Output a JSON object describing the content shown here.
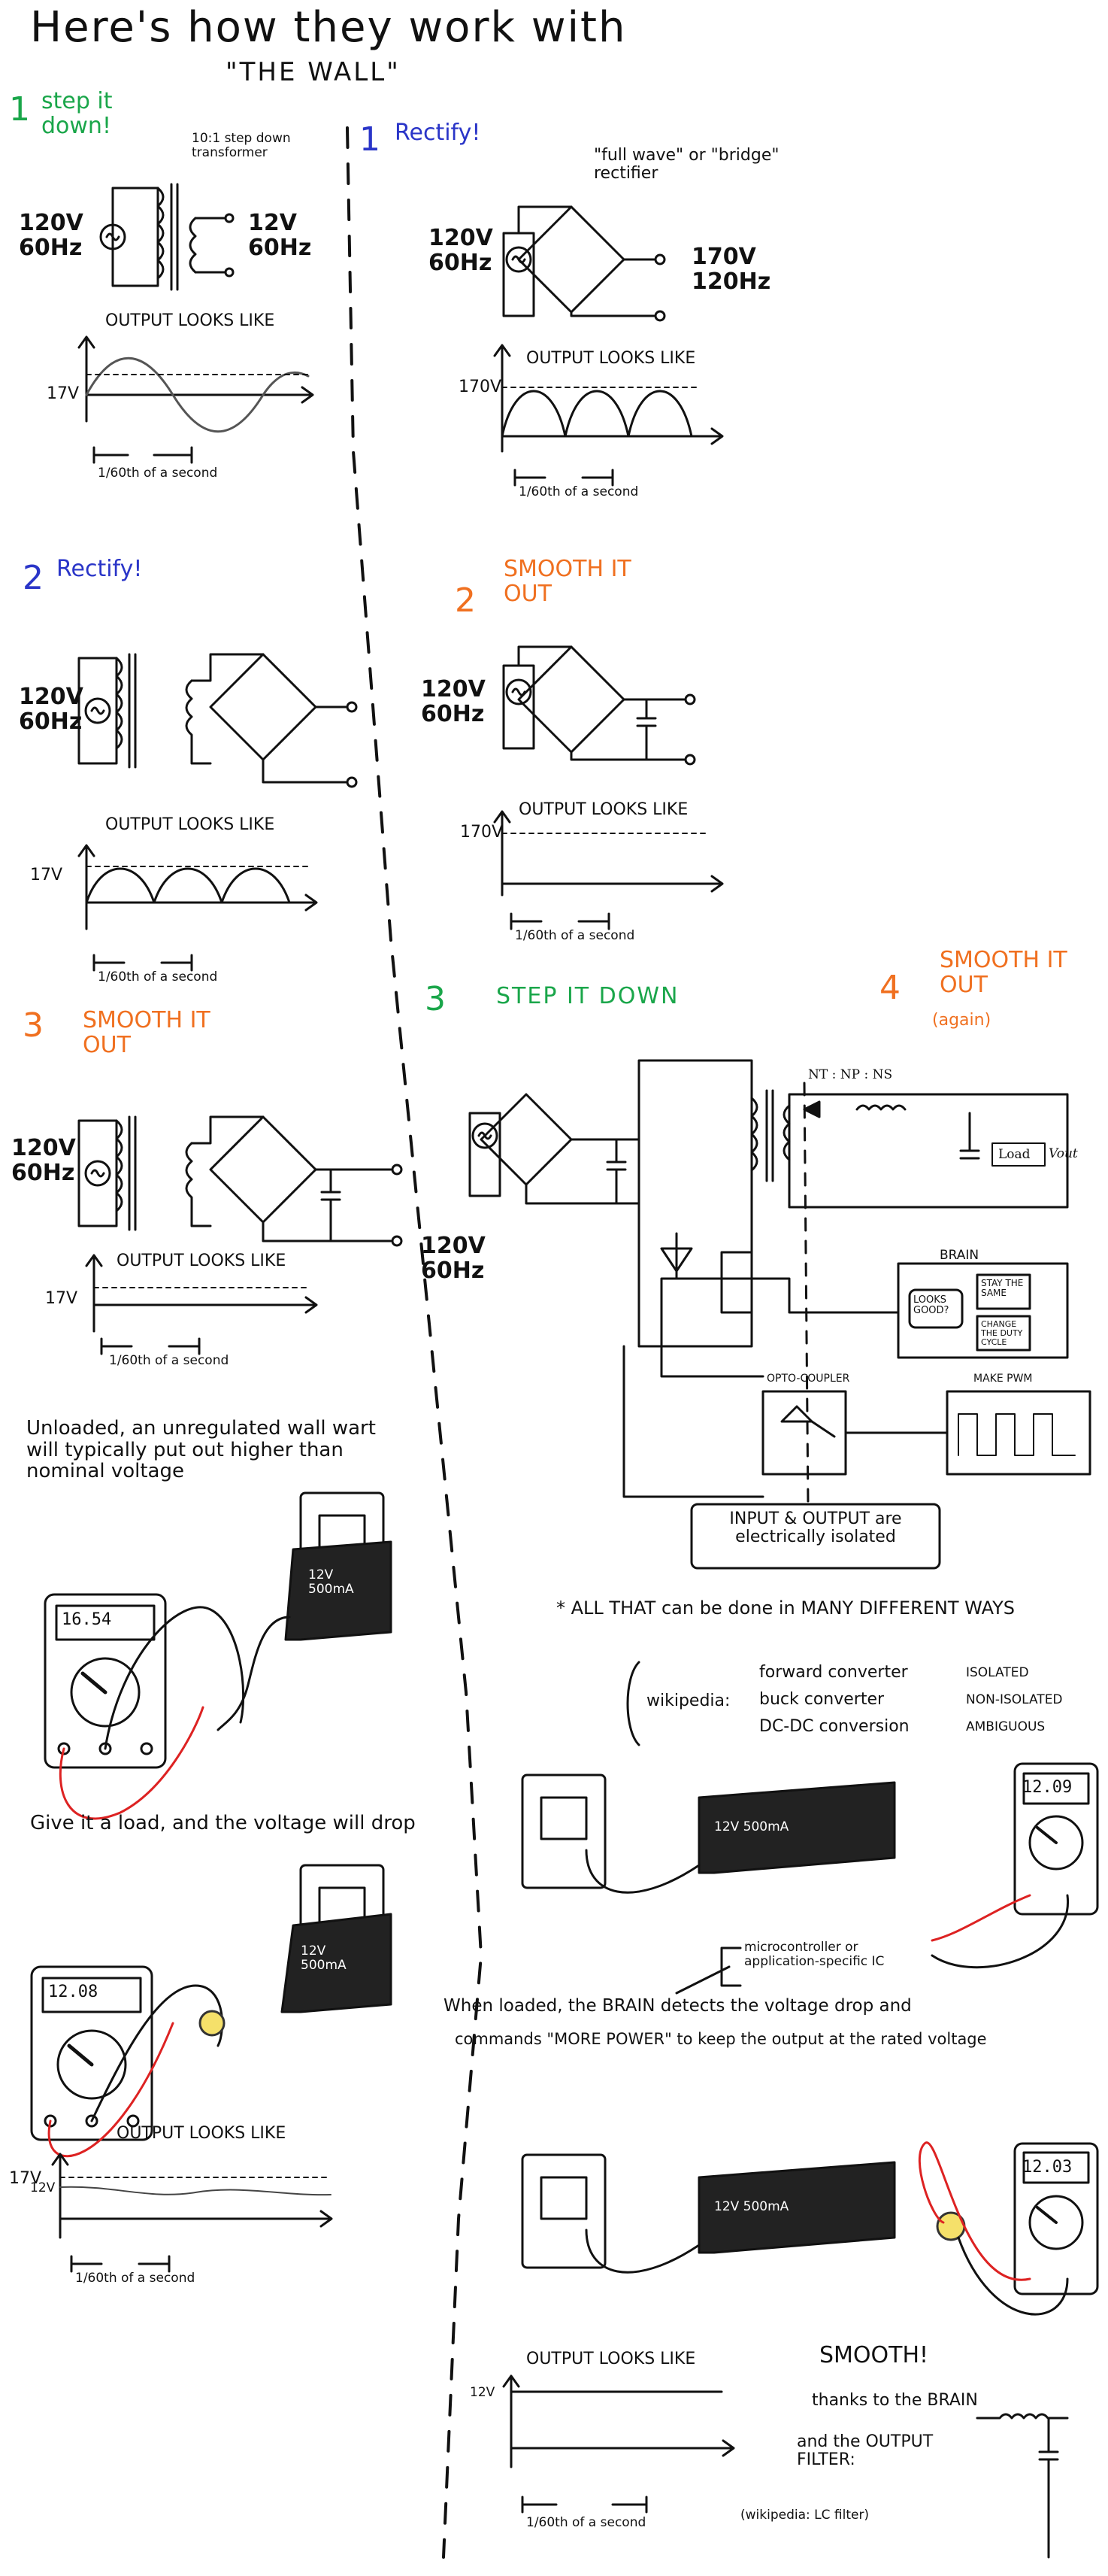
{
  "title": "Here's how they work with",
  "subtitle": "\"THE WALL\"",
  "left": {
    "s1_num": "1",
    "s1_label": "step it down!",
    "s1_transformer": "10:1 step down transformer",
    "s1_in": "120V 60Hz",
    "s1_out": "12V 60Hz",
    "s1_graph_title": "OUTPUT LOOKS LIKE",
    "s1_y": "17V",
    "s1_x": "1/60th of a second",
    "s2_num": "2",
    "s2_label": "Rectify!",
    "s2_in": "120V 60Hz",
    "s2_graph_title": "OUTPUT LOOKS LIKE",
    "s2_y": "17V",
    "s2_x": "1/60th of a second",
    "s3_num": "3",
    "s3_label": "SMOOTH IT OUT",
    "s3_in": "120V 60Hz",
    "s3_graph_title": "OUTPUT LOOKS LIKE",
    "s3_y": "17V",
    "s3_x": "1/60th of a second",
    "unloaded_text": "Unloaded, an unregulated wall wart will typically put out higher than nominal voltage",
    "meter1": "16.54",
    "wart1": "12V 500mA",
    "load_text": "Give it a load, and the voltage will drop",
    "meter2": "12.08",
    "wart2": "12V 500mA",
    "s4_graph_title": "OUTPUT LOOKS LIKE",
    "s4_y1": "17V",
    "s4_y2": "12V",
    "s4_x": "1/60th of a second"
  },
  "right": {
    "r1_num": "1",
    "r1_label": "Rectify!",
    "r1_rect": "\"full wave\" or \"bridge\" rectifier",
    "r1_in": "120V 60Hz",
    "r1_out": "170V 120Hz",
    "r1_graph_title": "OUTPUT LOOKS LIKE",
    "r1_y": "170V",
    "r1_x": "1/60th of a second",
    "r2_num": "2",
    "r2_label": "SMOOTH IT OUT",
    "r2_in": "120V 60Hz",
    "r2_graph_title": "OUTPUT LOOKS LIKE",
    "r2_y": "170V",
    "r2_x": "1/60th of a second",
    "r3_num": "3",
    "r3_label": "STEP IT DOWN",
    "r4_num": "4",
    "r4_label": "SMOOTH IT OUT",
    "r4_again": "(again)",
    "ratio": "NT : NP : NS",
    "load": "Load",
    "vout": "Vout",
    "brain": "BRAIN",
    "looks_good": "LOOKS GOOD?",
    "stay_same": "STAY THE SAME",
    "change_duty": "CHANGE THE DUTY CYCLE",
    "opto": "OPTO-COUPLER",
    "pwm": "MAKE PWM",
    "in_out": "INPUT & OUTPUT are electrically isolated",
    "r3_in": "120V 60Hz",
    "many_ways": "* ALL THAT can be done in MANY DIFFERENT WAYS",
    "wiki": "wikipedia:",
    "wiki_items": [
      "forward converter",
      "buck converter",
      "DC-DC conversion"
    ],
    "wiki_tags": [
      "ISOLATED",
      "NON-ISOLATED",
      "AMBIGUOUS"
    ],
    "meter3": "12.09",
    "wart3": "12V 500mA",
    "mcu": "microcontroller or application-specific IC",
    "loaded_text1": "When loaded, the BRAIN detects the voltage drop and",
    "loaded_text2": "commands \"MORE POWER\" to keep the output at the rated voltage",
    "meter4": "12.03",
    "wart4": "12V 500mA",
    "final_graph_title": "OUTPUT LOOKS LIKE",
    "final_y": "12V",
    "final_x": "1/60th of a second",
    "smooth": "SMOOTH!",
    "thanks": "thanks to the BRAIN",
    "and_the": "and the OUTPUT FILTER:",
    "lc": "(wikipedia: LC filter)"
  }
}
